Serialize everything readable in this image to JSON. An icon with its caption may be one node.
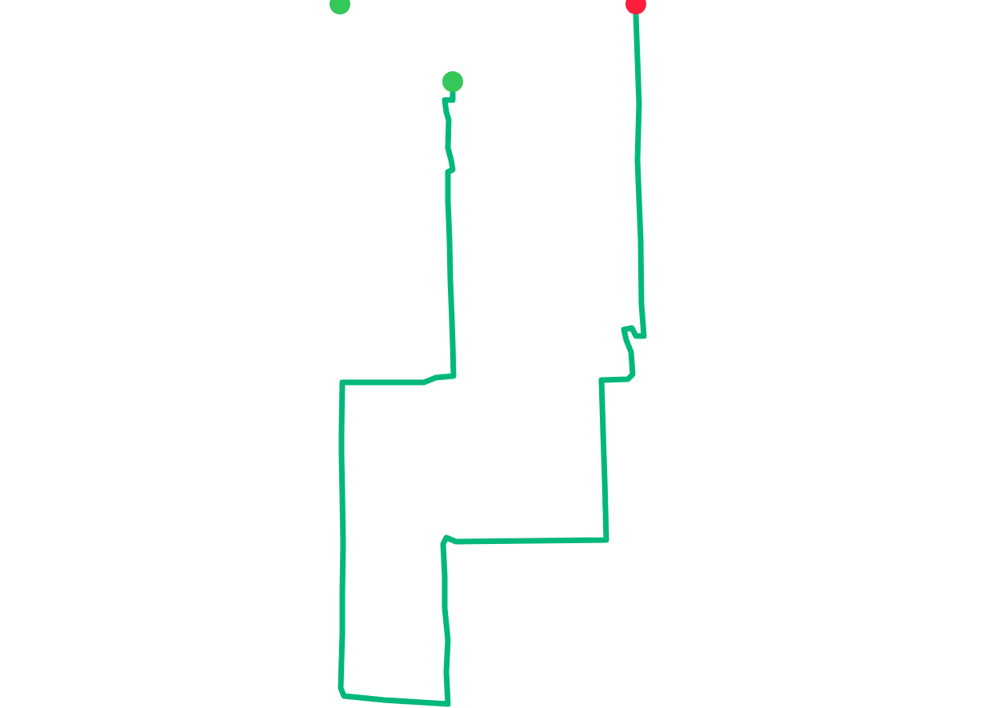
{
  "diagram": {
    "nodes": [
      {
        "text": [],
        "shape": "circle"
      },
      {
        "text": [],
        "shape": "circle"
      },
      {
        "text": [],
        "shape": "circle"
      }
    ],
    "edges": [
      {
        "from": 1,
        "to": 2,
        "arrow": "none"
      }
    ]
  }
}
